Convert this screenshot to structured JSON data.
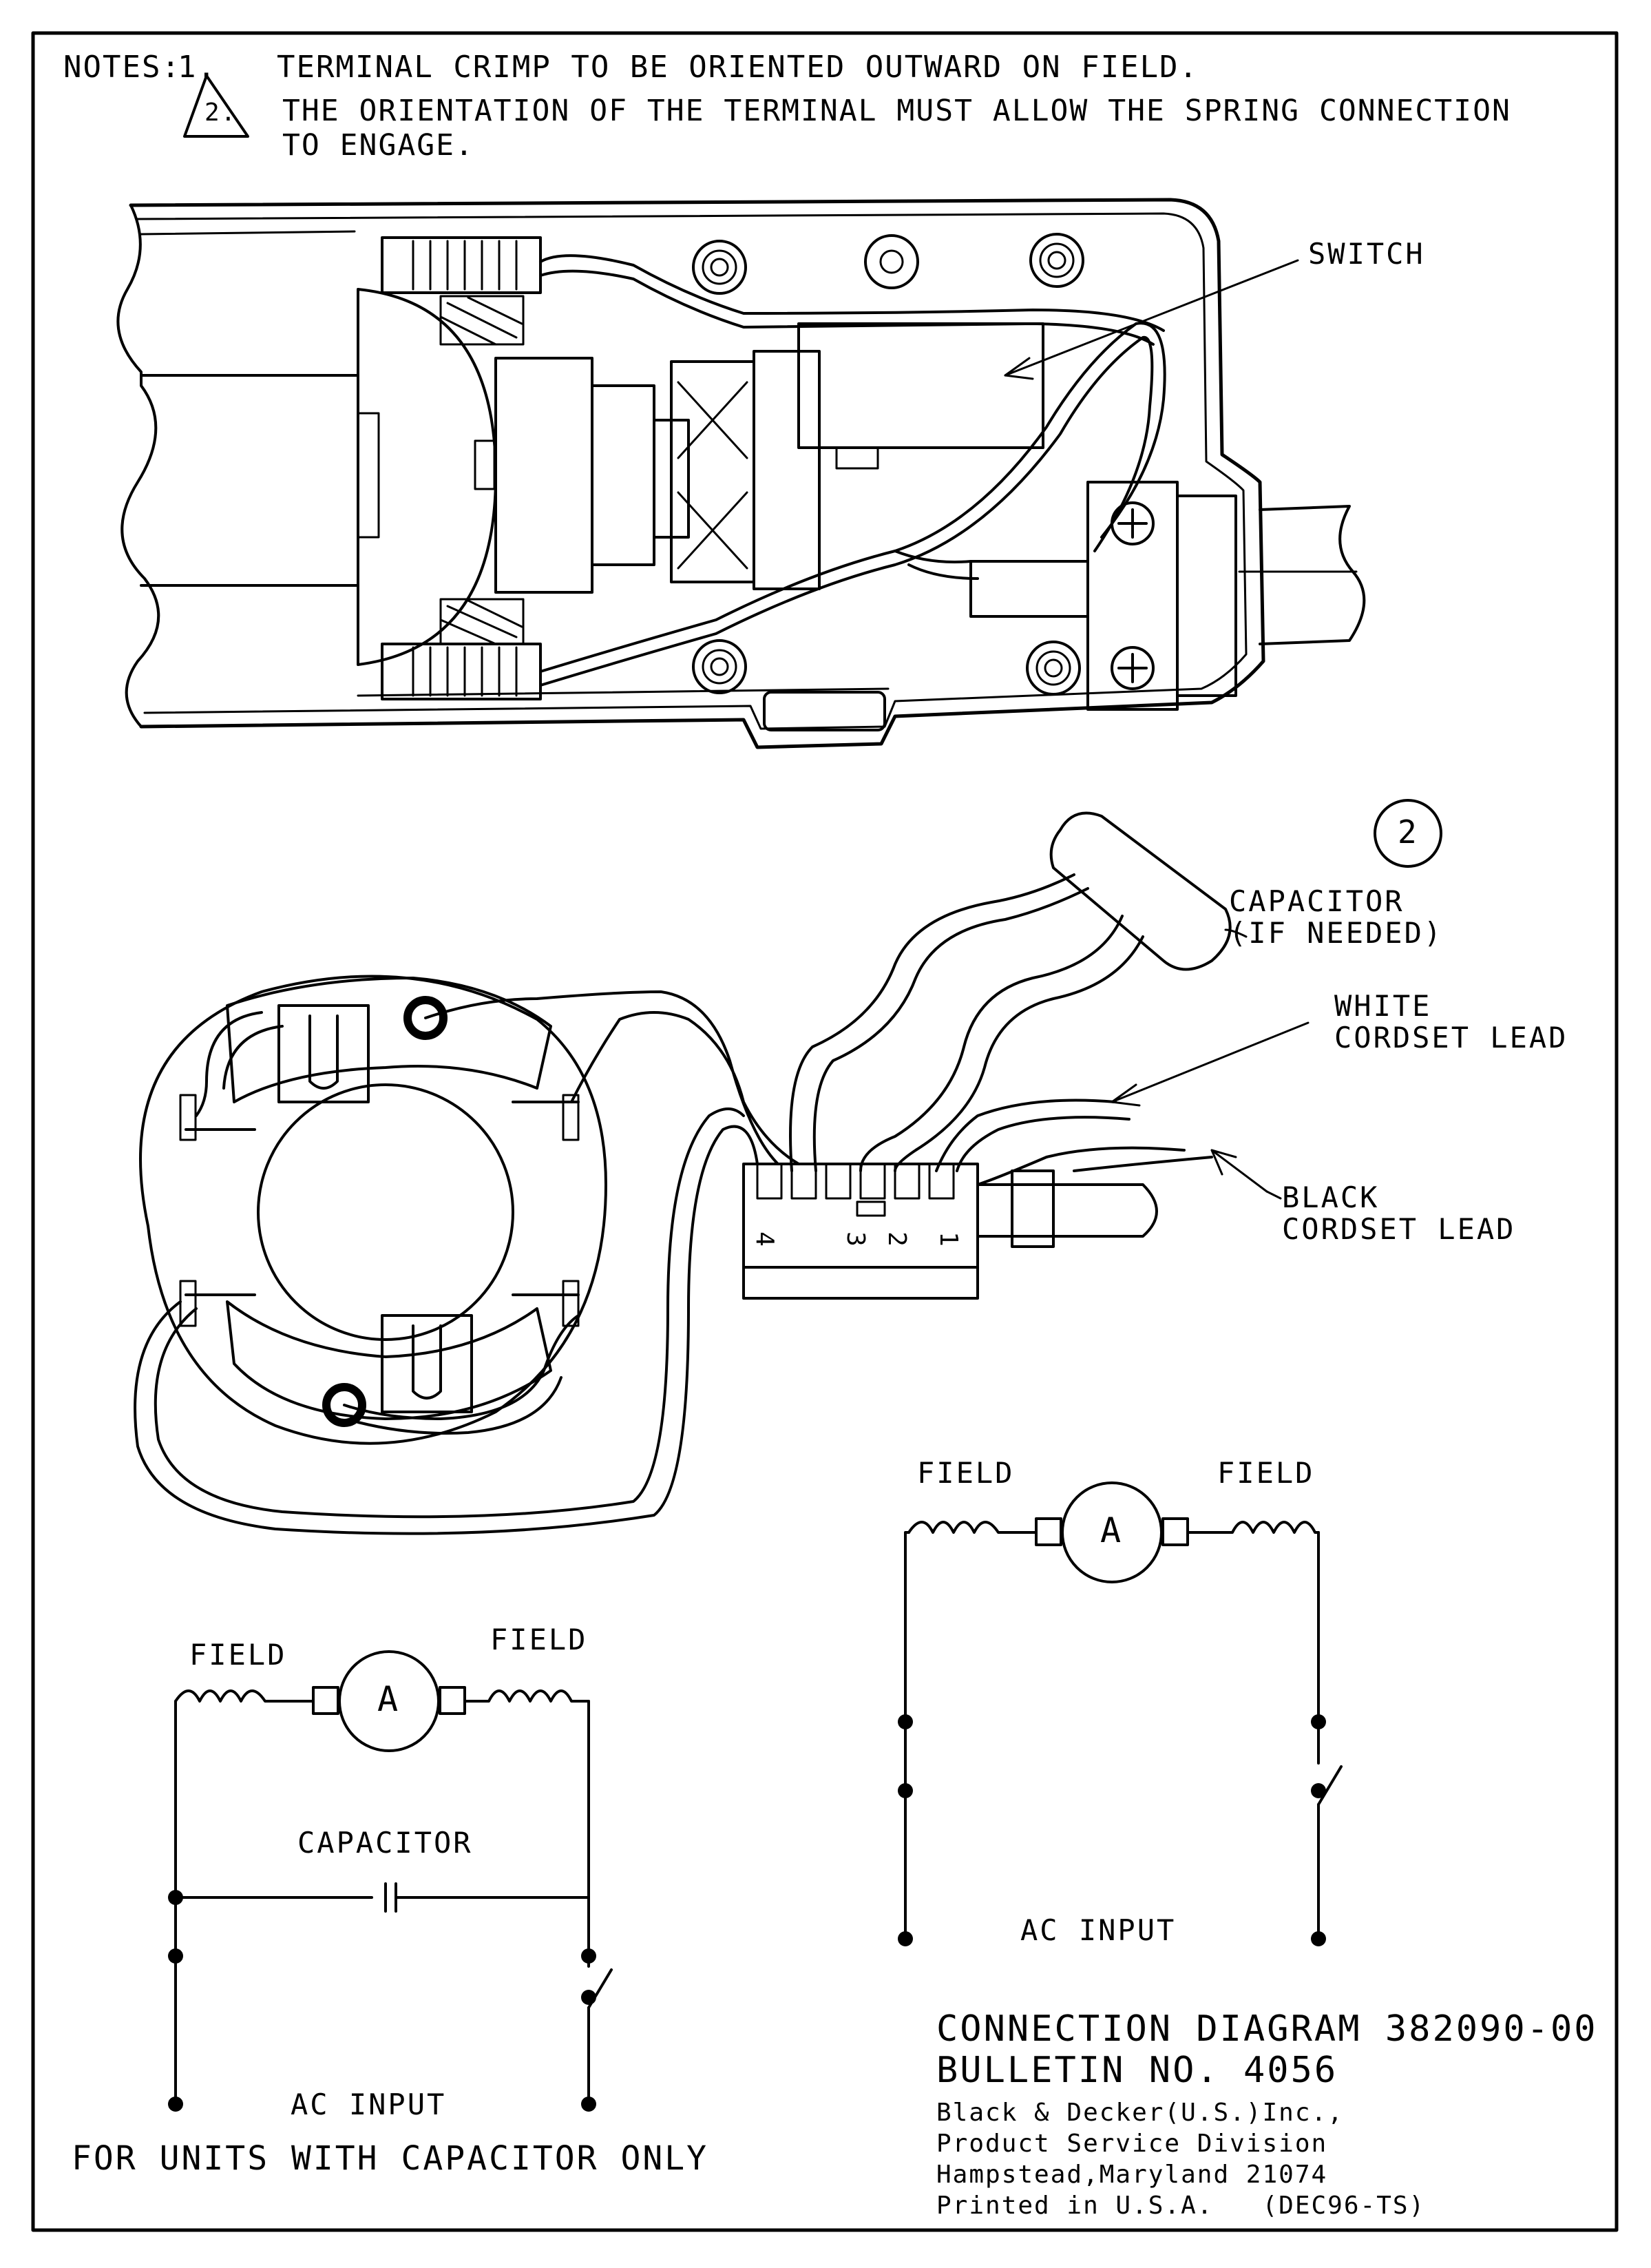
{
  "notes": {
    "prefix": "NOTES:",
    "note1_num": "1.",
    "note1_text": "TERMINAL CRIMP TO BE ORIENTED OUTWARD ON FIELD.",
    "note2_num": "2.",
    "note2_line1": "THE ORIENTATION OF THE TERMINAL MUST ALLOW THE SPRING CONNECTION",
    "note2_line2": "TO ENGAGE."
  },
  "housing": {
    "switch_label": "SWITCH"
  },
  "wiring": {
    "note_marker": "2",
    "capacitor_line1": "CAPACITOR",
    "capacitor_line2": "(IF NEEDED)",
    "white_line1": "WHITE",
    "white_line2": "CORDSET LEAD",
    "black_line1": "BLACK",
    "black_line2": "CORDSET LEAD",
    "terminals": [
      "4",
      "3",
      "2",
      "1"
    ]
  },
  "schematic_right": {
    "field_left": "FIELD",
    "field_right": "FIELD",
    "armature": "A",
    "input": "AC INPUT"
  },
  "schematic_left": {
    "field_left": "FIELD",
    "field_right": "FIELD",
    "armature": "A",
    "capacitor": "CAPACITOR",
    "input": "AC INPUT",
    "caption": "FOR UNITS WITH CAPACITOR ONLY"
  },
  "title_block": {
    "line1": "CONNECTION DIAGRAM 382090-00",
    "line2": "BULLETIN NO. 4056",
    "line3": "Black & Decker(U.S.)Inc.,",
    "line4": "Product Service Division",
    "line5": "Hampstead,Maryland 21074",
    "line6": "Printed in U.S.A.   (DEC96-TS)"
  }
}
